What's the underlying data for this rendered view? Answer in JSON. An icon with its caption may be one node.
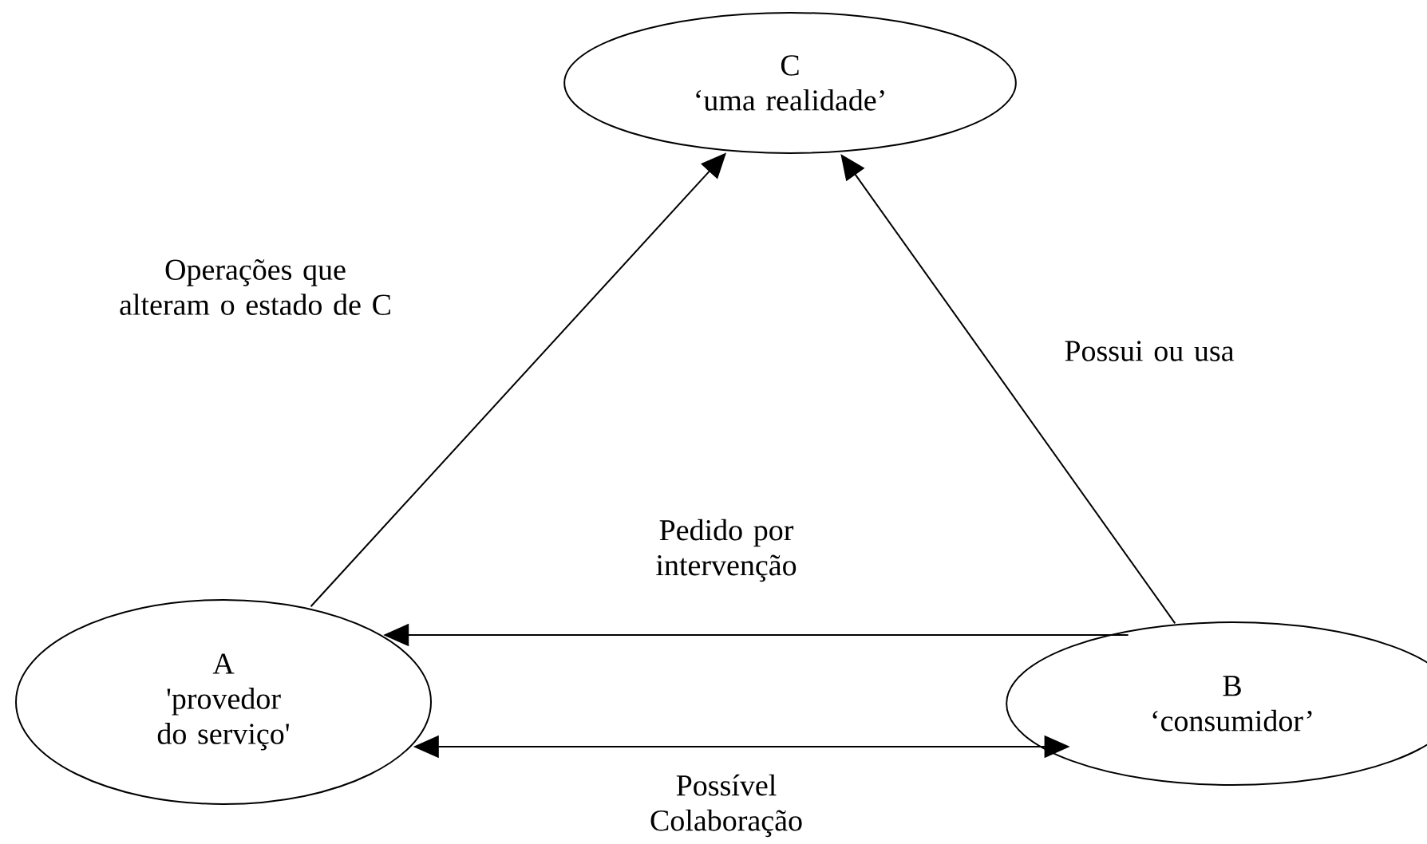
{
  "diagram": {
    "nodes": [
      {
        "text": [
          "C",
          "‘uma realidade’"
        ]
      },
      {
        "text": [
          "A",
          "'provedor do serviço'"
        ]
      },
      {
        "text": [
          "B",
          "‘consumidor’"
        ]
      }
    ],
    "edges": [
      {
        "from": 1,
        "to": 0,
        "arrow": "to",
        "label": "Operações que alteram o estado de C"
      },
      {
        "from": 2,
        "to": 0,
        "arrow": "to",
        "label": "Possui ou usa"
      },
      {
        "from": 2,
        "to": 1,
        "arrow": "to",
        "label": "Pedido por intervenção"
      },
      {
        "from": 1,
        "to": 2,
        "arrow": "both",
        "label": "Possível Colaboração"
      }
    ]
  }
}
